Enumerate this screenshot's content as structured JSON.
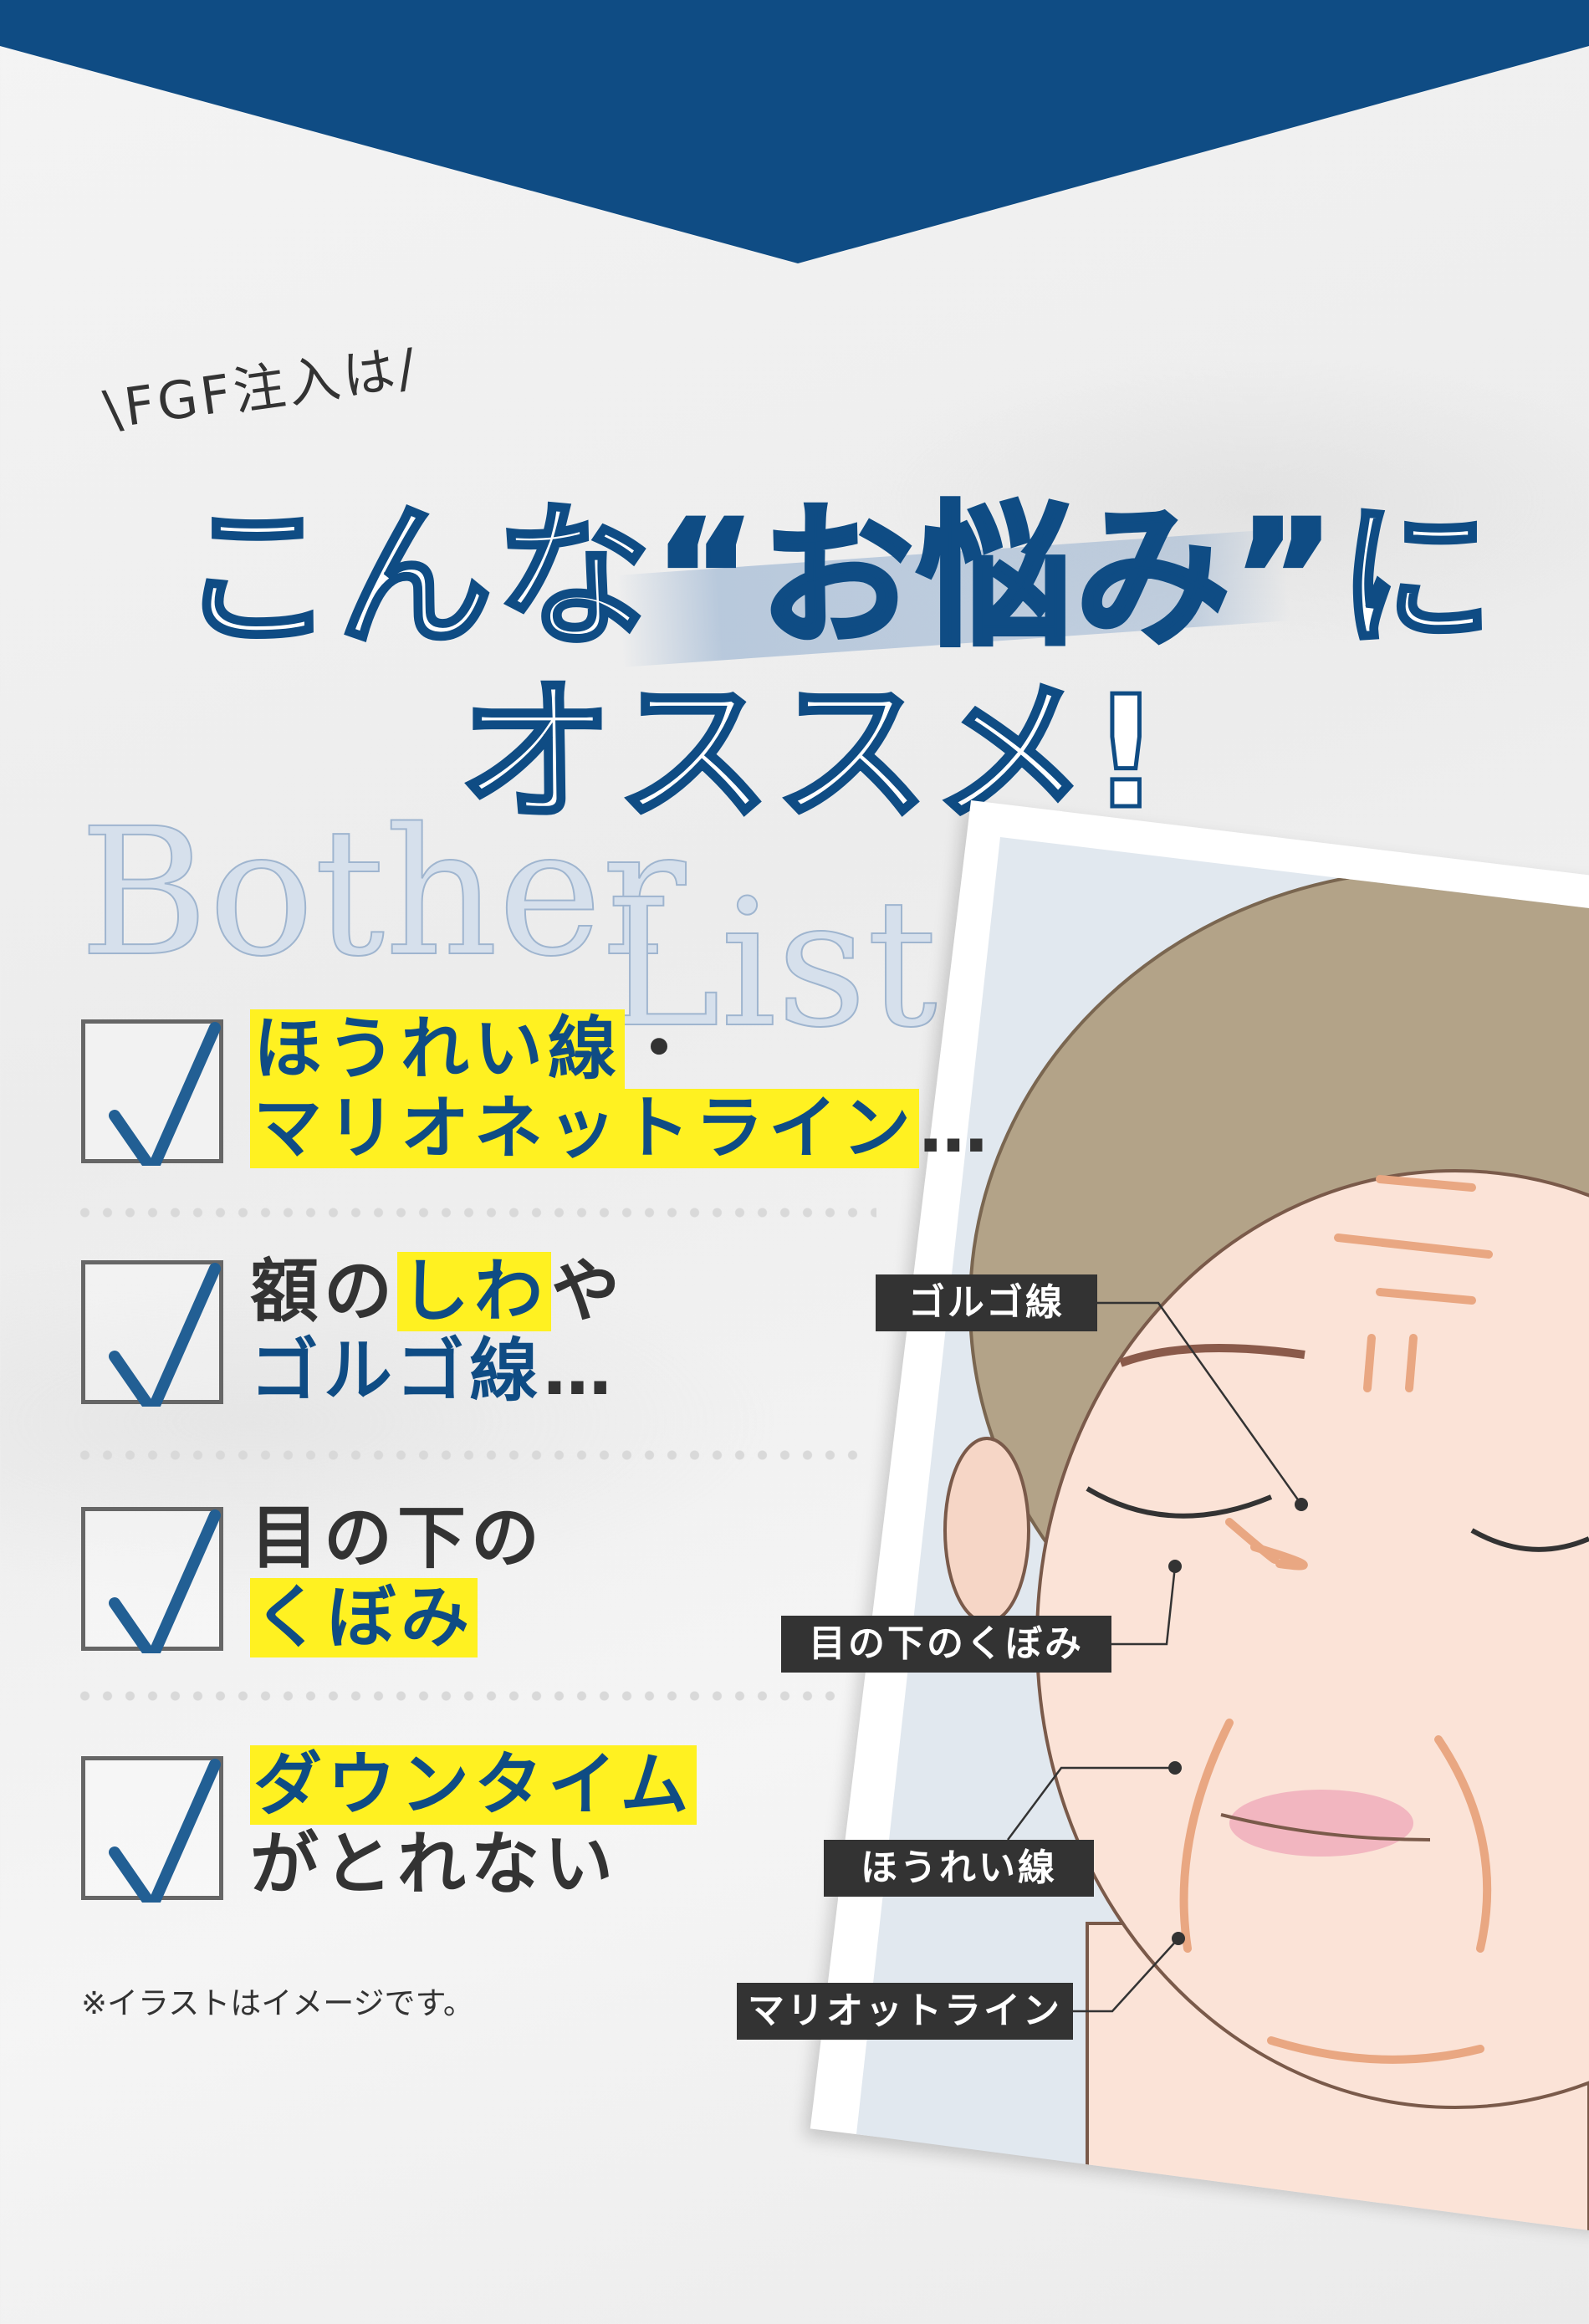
{
  "colors": {
    "navy": "#0f4c84",
    "highlight": "#fff121",
    "text": "#333333",
    "label_bg": "#333333"
  },
  "header": {
    "kicker": "\\FGF注入は/",
    "title_line1_a": "こんな",
    "title_line1_b": "“お悩み”",
    "title_line1_c": "に",
    "title_line2": "オススメ!",
    "ghost_word1": "Bother",
    "ghost_word2": "List"
  },
  "checklist": [
    {
      "line1_hl": "ほうれい線",
      "line1_rest": "・",
      "line2_hl": "マリオネットライン",
      "line2_rest": "…"
    },
    {
      "line1_a": "額の",
      "line1_hl": "しわ",
      "line1_b": "や",
      "line2_blue": "ゴルゴ線",
      "line2_rest": "…"
    },
    {
      "line1": "目の下の",
      "line2_hl": "くぼみ"
    },
    {
      "line1_hl": "ダウンタイム",
      "line2": "がとれない"
    }
  ],
  "note": "※イラストはイメージです。",
  "illustration": {
    "labels": [
      "ゴルゴ線",
      "目の下のくぼみ",
      "ほうれい線",
      "マリオットライン"
    ]
  }
}
